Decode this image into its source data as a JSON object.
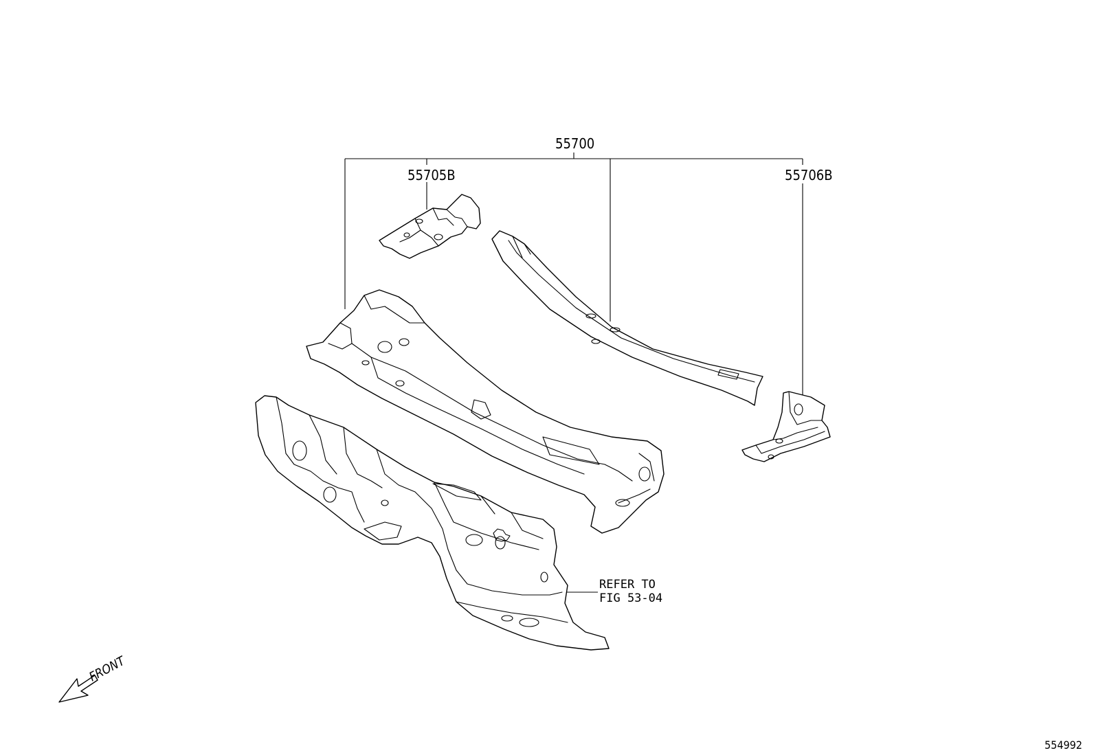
{
  "callouts": {
    "assembly": "55700",
    "left_panel": "55705B",
    "right_panel": "55706B"
  },
  "note": {
    "line1": "REFER TO",
    "line2": "FIG 53-04"
  },
  "direction": {
    "label": "FRONT",
    "icon": "arrow-down-left-icon"
  },
  "figure_number": "554992"
}
